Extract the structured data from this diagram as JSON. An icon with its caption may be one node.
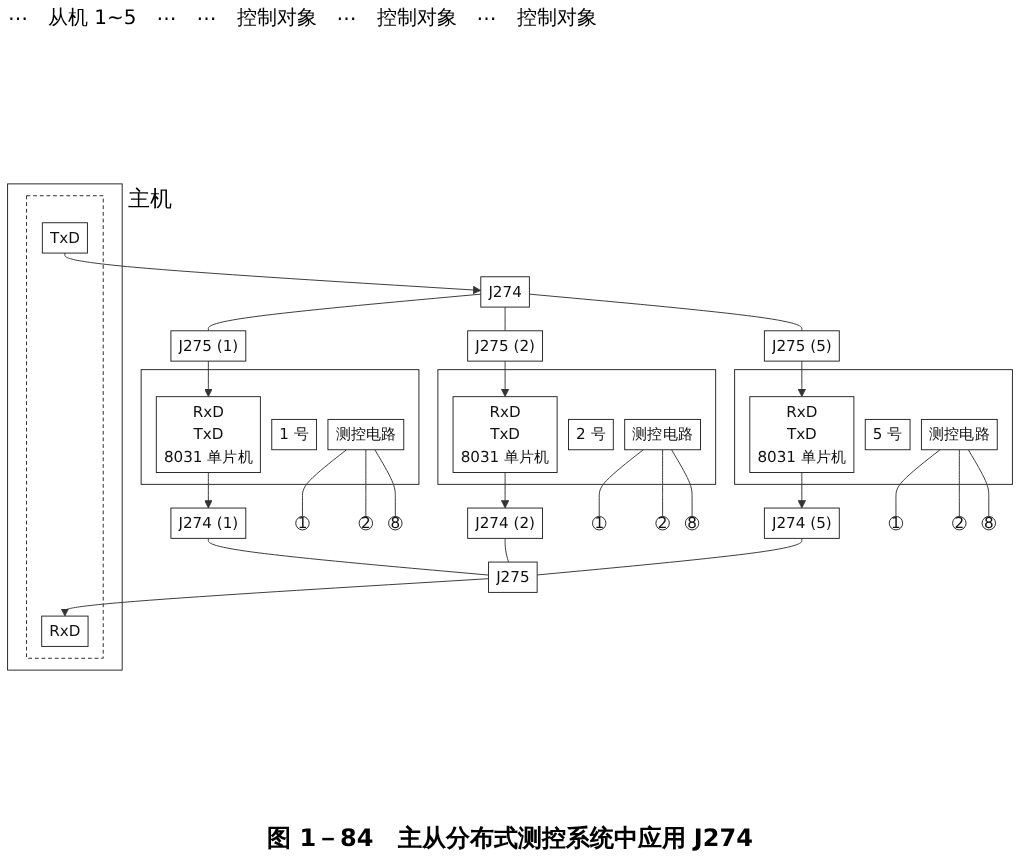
{
  "diagram": {
    "caption": "图 1－84　主从分布式测控系统中应用 J274",
    "nodes": [
      {
        "text": [],
        "shape": "box",
        "beside": [
          "主机"
        ]
      },
      {
        "text": [],
        "shape": "box",
        "in": 0
      },
      {
        "text": [
          "TxD"
        ],
        "in": 1
      },
      {
        "text": [
          "RxD"
        ],
        "in": 1
      },
      {
        "text": [
          "J274"
        ]
      },
      {
        "text": [
          "J275"
        ]
      },
      {
        "text": [
          "J275 (1)"
        ]
      },
      {
        "text": [
          "J274 (1)"
        ]
      },
      {
        "text": [],
        "shape": "box"
      },
      {
        "text": [
          "RxD",
          "TxD",
          "8031 单片机"
        ],
        "in": 8
      },
      {
        "text": [
          "1 号"
        ],
        "in": 8
      },
      {
        "text": [
          "测控电路"
        ],
        "in": 8
      },
      {
        "text": [
          "1"
        ]
      },
      {
        "text": [
          "2"
        ]
      },
      {
        "text": [
          "8"
        ]
      },
      {
        "text": [
          "J275 (2)"
        ]
      },
      {
        "text": [
          "J274 (2)"
        ]
      },
      {
        "text": [],
        "shape": "box"
      },
      {
        "text": [
          "RxD",
          "TxD",
          "8031 单片机"
        ],
        "in": 17
      },
      {
        "text": [
          "2 号"
        ],
        "in": 17
      },
      {
        "text": [
          "测控电路"
        ],
        "in": 17
      },
      {
        "text": [
          "1"
        ]
      },
      {
        "text": [
          "2"
        ]
      },
      {
        "text": [
          "8"
        ]
      },
      {
        "text": [
          "J275 (5)"
        ]
      },
      {
        "text": [
          "J274 (5)"
        ]
      },
      {
        "text": [],
        "shape": "box"
      },
      {
        "text": [
          "RxD",
          "TxD",
          "8031 单片机"
        ],
        "in": 26
      },
      {
        "text": [
          "5 号"
        ],
        "in": 26
      },
      {
        "text": [
          "测控电路"
        ],
        "in": 26
      },
      {
        "text": [
          "1"
        ]
      },
      {
        "text": [
          "2"
        ]
      },
      {
        "text": [
          "8"
        ]
      }
    ],
    "edges": [
      {
        "from": 2,
        "to": 4,
        "arrow": "to"
      },
      {
        "from": 5,
        "to": 3,
        "arrow": "to"
      },
      {
        "from": 4,
        "to": 6,
        "arrow": "none"
      },
      {
        "from": 4,
        "to": 15,
        "arrow": "none"
      },
      {
        "from": 4,
        "to": 24,
        "arrow": "none"
      },
      {
        "from": 7,
        "to": 5,
        "arrow": "none"
      },
      {
        "from": 16,
        "to": 5,
        "arrow": "none"
      },
      {
        "from": 25,
        "to": 5,
        "arrow": "none"
      },
      {
        "from": 6,
        "to": 9,
        "arrow": "to"
      },
      {
        "from": 9,
        "to": 7,
        "arrow": "to"
      },
      {
        "from": 11,
        "to": 12,
        "arrow": "none"
      },
      {
        "from": 11,
        "to": 13,
        "arrow": "none"
      },
      {
        "from": 11,
        "to": 14,
        "arrow": "none"
      },
      {
        "from": 15,
        "to": 18,
        "arrow": "to"
      },
      {
        "from": 18,
        "to": 16,
        "arrow": "to"
      },
      {
        "from": 20,
        "to": 21,
        "arrow": "none"
      },
      {
        "from": 20,
        "to": 22,
        "arrow": "none"
      },
      {
        "from": 20,
        "to": 23,
        "arrow": "none"
      },
      {
        "from": 24,
        "to": 27,
        "arrow": "to"
      },
      {
        "from": 27,
        "to": 25,
        "arrow": "to"
      },
      {
        "from": 29,
        "to": 30,
        "arrow": "none"
      },
      {
        "from": 29,
        "to": 31,
        "arrow": "none"
      },
      {
        "from": 29,
        "to": 32,
        "arrow": "none"
      }
    ],
    "labels": [
      "…",
      "从机 1~5",
      "…",
      "…",
      "控制对象",
      "…",
      "控制对象",
      "…",
      "控制对象"
    ]
  }
}
